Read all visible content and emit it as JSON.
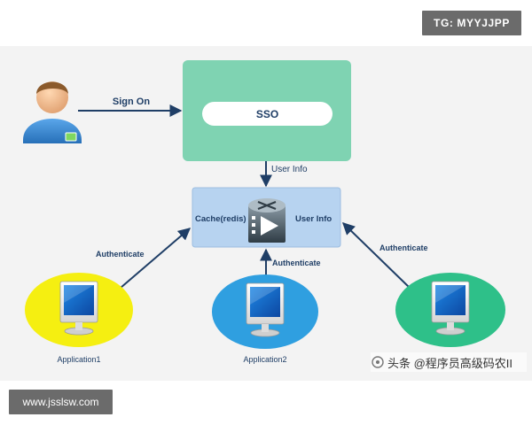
{
  "overlays": {
    "top_tag": "TG: MYYJJPP",
    "bottom_tag": "www.jsslsw.com",
    "watermark": "头条 @程序员高级码农II"
  },
  "diagram": {
    "sso_label": "SSO",
    "sign_on_label": "Sign On",
    "user_info_label_vertical": "User Info",
    "cache_label": "Cache(redis)",
    "user_info_label_cache": "User Info",
    "authenticate_left": "Authenticate",
    "authenticate_center": "Authenticate",
    "authenticate_right": "Authenticate",
    "app1_label": "Application1",
    "app2_label": "Application2"
  },
  "colors": {
    "page_bg": "#f3f3f3",
    "sso_box": "#7fd3b2",
    "cache_box": "#b7d3f0",
    "app1": "#f5ef11",
    "app2": "#2f9fe0",
    "app3": "#2ec089",
    "arrow": "#1f3e66"
  },
  "icons": [
    "user-icon",
    "router-icon",
    "monitor-icon"
  ]
}
